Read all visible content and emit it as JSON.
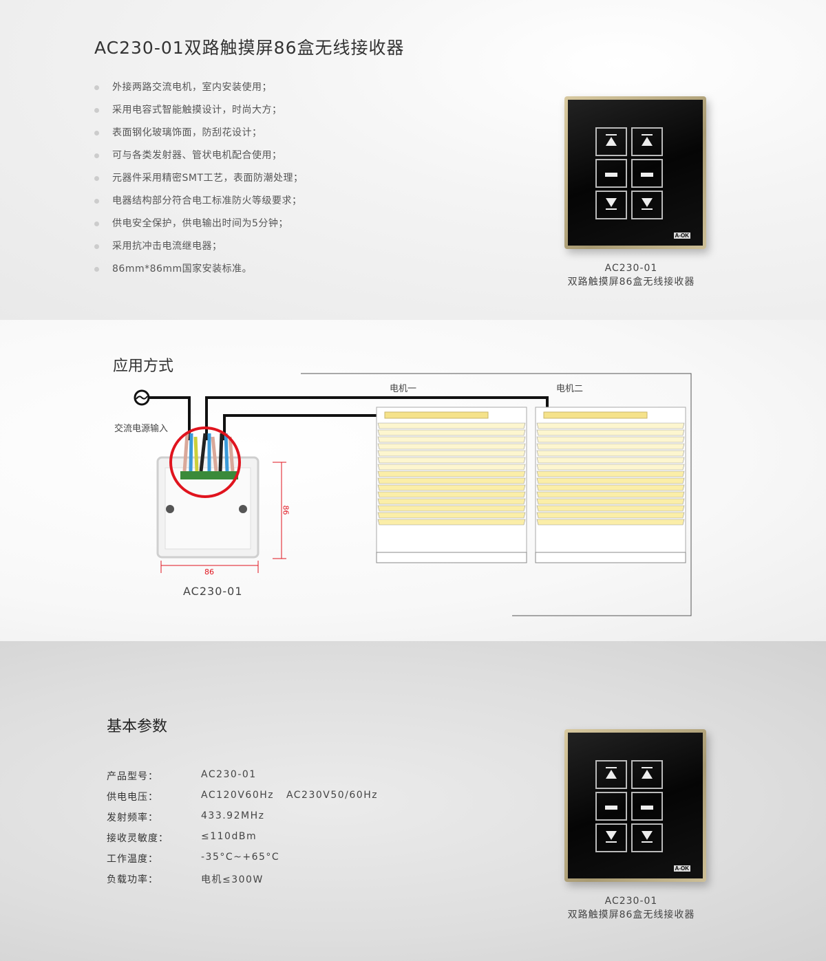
{
  "header": {
    "title": "AC230-01双路触摸屏86盒无线接收器"
  },
  "features": [
    "外接两路交流电机，室内安装使用；",
    "采用电容式智能触摸设计，时尚大方；",
    "表面钢化玻璃饰面，防刮花设计；",
    "可与各类发射器、管状电机配合使用；",
    "元器件采用精密SMT工艺，表面防潮处理；",
    "电器结构部分符合电工标准防火等级要求；",
    "供电安全保护，供电输出时间为5分钟；",
    "采用抗冲击电流继电器；",
    "86mm*86mm国家安装标准。"
  ],
  "product": {
    "model": "AC230-01",
    "name": "双路触摸屏86盒无线接收器",
    "brand": "A-OK"
  },
  "application": {
    "title": "应用方式",
    "power_label": "交流电源输入",
    "motor1": "电机一",
    "motor2": "电机二",
    "dim_width": "86",
    "dim_height": "86",
    "model": "AC230-01"
  },
  "params": {
    "title": "基本参数",
    "rows": [
      {
        "label": "产品型号：",
        "value": "AC230-01"
      },
      {
        "label": "供电电压：",
        "value": "AC120V60Hz   AC230V50/60Hz"
      },
      {
        "label": "发射频率：",
        "value": "433.92MHz"
      },
      {
        "label": "接收灵敏度：",
        "value": "≤110dBm"
      },
      {
        "label": "工作温度：",
        "value": "-35°C~+65°C"
      },
      {
        "label": "负载功率：",
        "value": "电机≤300W"
      }
    ]
  },
  "colors": {
    "accent_red": "#e0141e",
    "slat": "#fbeea8",
    "gold_frame": "#c9b98f"
  }
}
